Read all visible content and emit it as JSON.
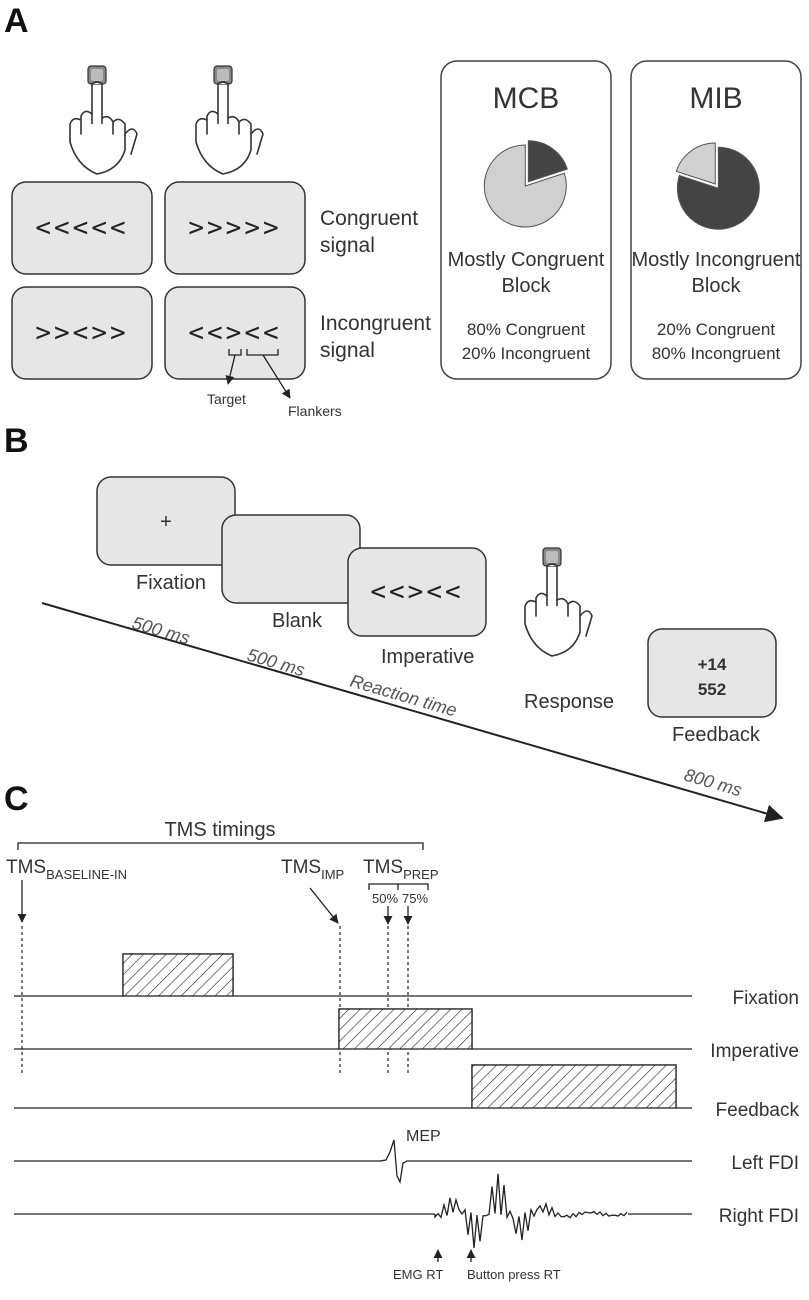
{
  "panel_a": {
    "label": "A",
    "stimuli": {
      "congruent_left": "<<<<<",
      "congruent_right": ">>>>>",
      "incongruent_left": ">><>>",
      "incongruent_right": "<<><<"
    },
    "row_labels": {
      "congruent_line1": "Congruent",
      "congruent_line2": "signal",
      "incongruent_line1": "Incongruent",
      "incongruent_line2": "signal"
    },
    "annotations": {
      "target": "Target",
      "flankers": "Flankers"
    },
    "blocks": [
      {
        "title": "MCB",
        "desc_line1": "Mostly Congruent",
        "desc_line2": "Block",
        "stat_line1": "80% Congruent",
        "stat_line2": "20% Incongruent",
        "congruent_pct": 80,
        "incongruent_pct": 20
      },
      {
        "title": "MIB",
        "desc_line1": "Mostly Incongruent",
        "desc_line2": "Block",
        "stat_line1": "20% Congruent",
        "stat_line2": "80% Incongruent",
        "congruent_pct": 20,
        "incongruent_pct": 80
      }
    ],
    "colors": {
      "congruent": "#d0d0d0",
      "incongruent": "#444444"
    }
  },
  "panel_b": {
    "label": "B",
    "fixation_symbol": "+",
    "imperative_symbol": "<<><<",
    "screens": {
      "fixation": "Fixation",
      "blank": "Blank",
      "imperative": "Imperative",
      "response": "Response",
      "feedback": "Feedback"
    },
    "feedback_score": "+14",
    "feedback_rt": "552",
    "durations": {
      "fixation": "500 ms",
      "blank": "500 ms",
      "reaction": "Reaction time",
      "feedback": "800 ms"
    }
  },
  "panel_c": {
    "label": "C",
    "header": "TMS timings",
    "tms_labels": {
      "baseline_main": "TMS",
      "baseline_sub": "BASELINE-IN",
      "imp_main": "TMS",
      "imp_sub": "IMP",
      "prep_main": "TMS",
      "prep_sub": "PREP",
      "pct50": "50%",
      "pct75": "75%"
    },
    "rows": {
      "fixation": "Fixation",
      "imperative": "Imperative",
      "feedback": "Feedback",
      "left_fdi": "Left FDI",
      "right_fdi": "Right FDI"
    },
    "mep": "MEP",
    "emg_rt": "EMG RT",
    "button_rt": "Button press RT"
  }
}
